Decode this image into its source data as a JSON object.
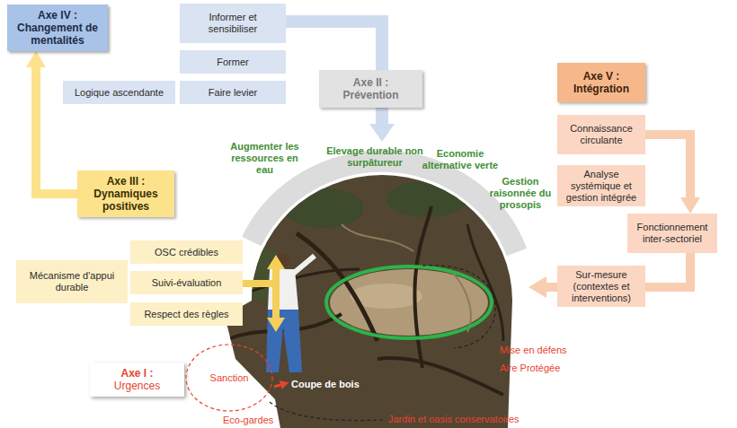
{
  "diagram": {
    "nodes": [
      {
        "text": [
          "Axe IV :",
          "Changement de mentalités"
        ]
      },
      {
        "text": [
          "Informer et sensibiliser"
        ]
      },
      {
        "text": [
          "Former"
        ]
      },
      {
        "text": [
          "Logique ascendante"
        ]
      },
      {
        "text": [
          "Faire levier"
        ]
      },
      {
        "text": [
          "Axe II :",
          "Prévention"
        ]
      },
      {
        "text": [
          "Axe V :",
          "Intégration"
        ]
      },
      {
        "text": [
          "Connaissance circulante"
        ]
      },
      {
        "text": [
          "Analyse systémique et gestion intégrée"
        ]
      },
      {
        "text": [
          "Axe III :",
          "Dynamiques positives"
        ]
      },
      {
        "text": [
          "Fonctionnement inter-sectoriel"
        ]
      },
      {
        "text": [
          "OSC crédibles"
        ]
      },
      {
        "text": [
          "Mécanisme d'appui durable"
        ]
      },
      {
        "text": [
          "Suivi-évaluation"
        ]
      },
      {
        "text": [
          "Sur-mesure (contextes et interventions)"
        ]
      },
      {
        "text": [
          "Respect des règles"
        ]
      },
      {
        "text": [
          "Axe I :",
          "Urgences"
        ]
      },
      {
        "text": [
          "Sanction"
        ]
      }
    ],
    "edges": [
      {
        "from": 9,
        "to": 0,
        "arrow": "to"
      },
      {
        "from": 7,
        "to": 10,
        "arrow": "to"
      }
    ],
    "labels": [
      "Augmenter les ressources en eau",
      "Elevage durable non surpâtureur",
      "Economie alternative verte",
      "Gestion raisonnée du prosopis",
      "Coupe de bois",
      "Mise en défens",
      "Aire Protégée",
      "Eco-gardes",
      "Jardin et oasis conservatoires"
    ]
  }
}
